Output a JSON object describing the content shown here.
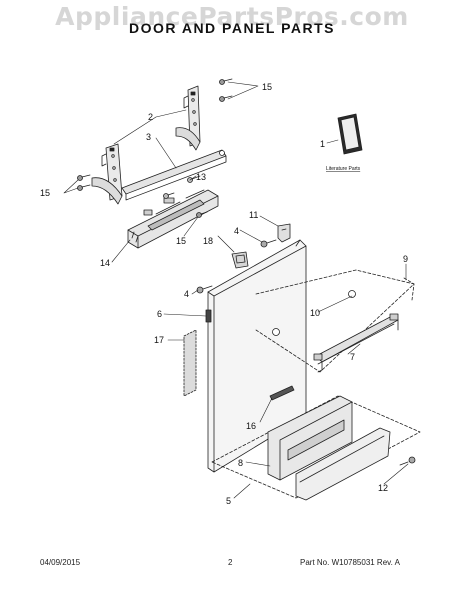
{
  "watermark": "AppliancePartsPros.com",
  "title": "DOOR AND PANEL PARTS",
  "literature_label": "Literature Parts",
  "callouts": {
    "c1": "1",
    "c2": "2",
    "c3": "3",
    "c4a": "4",
    "c4b": "4",
    "c5": "5",
    "c6": "6",
    "c7": "7",
    "c8": "8",
    "c9": "9",
    "c10": "10",
    "c11": "11",
    "c12": "12",
    "c13": "13",
    "c14": "14",
    "c15a": "15",
    "c15b": "15",
    "c15c": "15",
    "c16": "16",
    "c17": "17",
    "c18": "18"
  },
  "footer": {
    "date": "04/09/2015",
    "page": "2",
    "part": "Part No.  W10785031  Rev.  A"
  }
}
